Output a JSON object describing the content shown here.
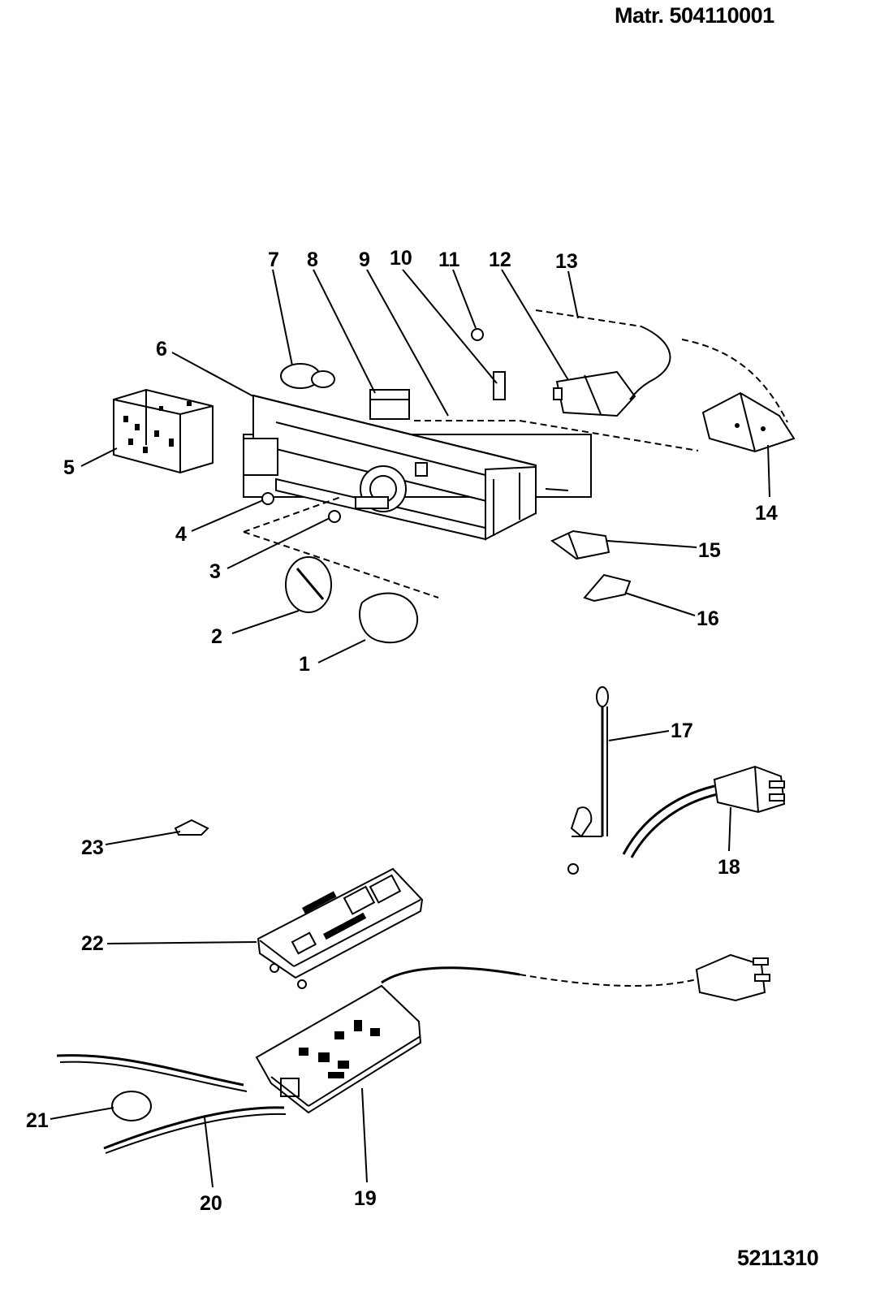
{
  "header": {
    "matr_label": "Matr. 504110001"
  },
  "footer": {
    "drawing_code": "5211310"
  },
  "callouts": [
    "1",
    "2",
    "3",
    "4",
    "5",
    "6",
    "7",
    "8",
    "9",
    "10",
    "11",
    "12",
    "13",
    "14",
    "15",
    "16",
    "17",
    "18",
    "19",
    "20",
    "21",
    "22",
    "23"
  ]
}
